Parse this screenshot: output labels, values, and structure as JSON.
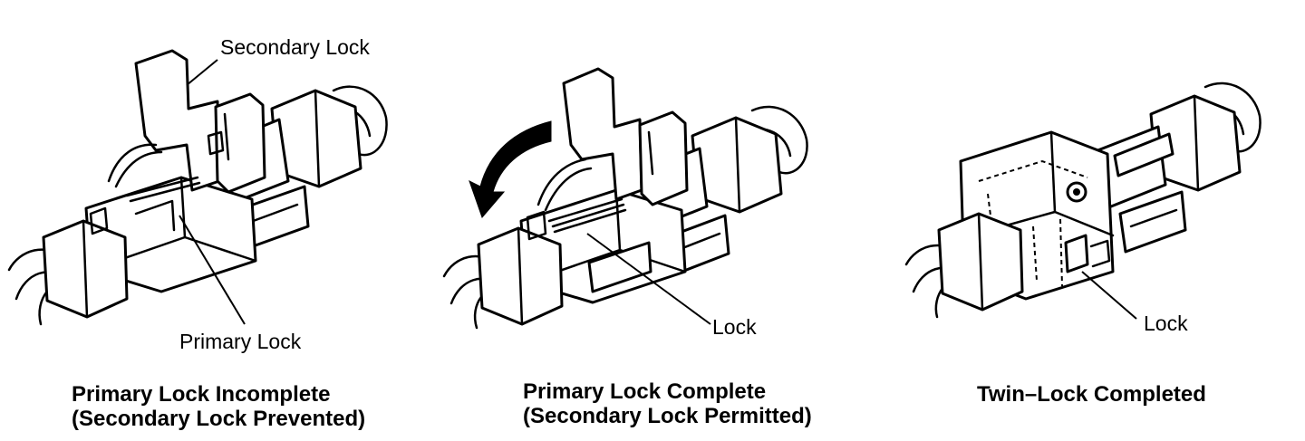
{
  "panels": [
    {
      "callouts": [
        "Secondary Lock",
        "Primary Lock"
      ],
      "caption": [
        "Primary Lock Incomplete",
        "(Secondary Lock Prevented)"
      ]
    },
    {
      "callouts": [
        "Lock"
      ],
      "caption": [
        "Primary Lock Complete",
        "(Secondary Lock Permitted)"
      ]
    },
    {
      "callouts": [
        "Lock"
      ],
      "caption": [
        "Twin–Lock Completed"
      ]
    }
  ],
  "icons": [
    "connector-illustration",
    "rotation-arrow-icon"
  ]
}
